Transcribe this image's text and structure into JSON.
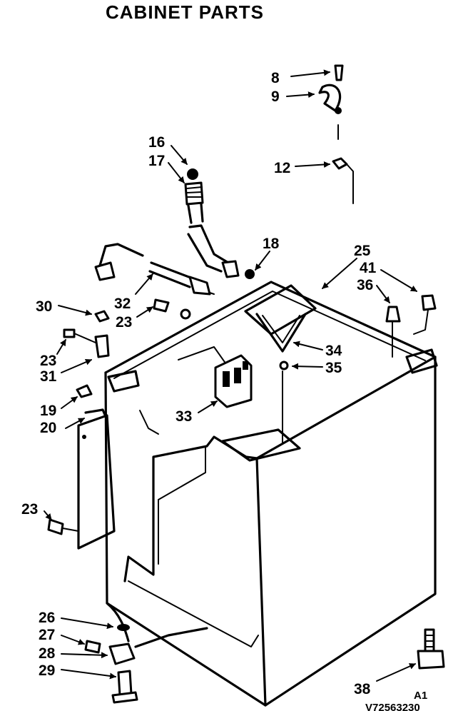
{
  "title": "CABINET PARTS",
  "callouts": [
    {
      "label": "8"
    },
    {
      "label": "9"
    },
    {
      "label": "12"
    },
    {
      "label": "16"
    },
    {
      "label": "17"
    },
    {
      "label": "18"
    },
    {
      "label": "25"
    },
    {
      "label": "41"
    },
    {
      "label": "36"
    },
    {
      "label": "30"
    },
    {
      "label": "32"
    },
    {
      "label": "23"
    },
    {
      "label": "23"
    },
    {
      "label": "31"
    },
    {
      "label": "34"
    },
    {
      "label": "35"
    },
    {
      "label": "19"
    },
    {
      "label": "20"
    },
    {
      "label": "33"
    },
    {
      "label": "23"
    },
    {
      "label": "26"
    },
    {
      "label": "27"
    },
    {
      "label": "28"
    },
    {
      "label": "29"
    },
    {
      "label": "38"
    }
  ],
  "diagram_code": "A1",
  "diagram_number": "V72563230"
}
